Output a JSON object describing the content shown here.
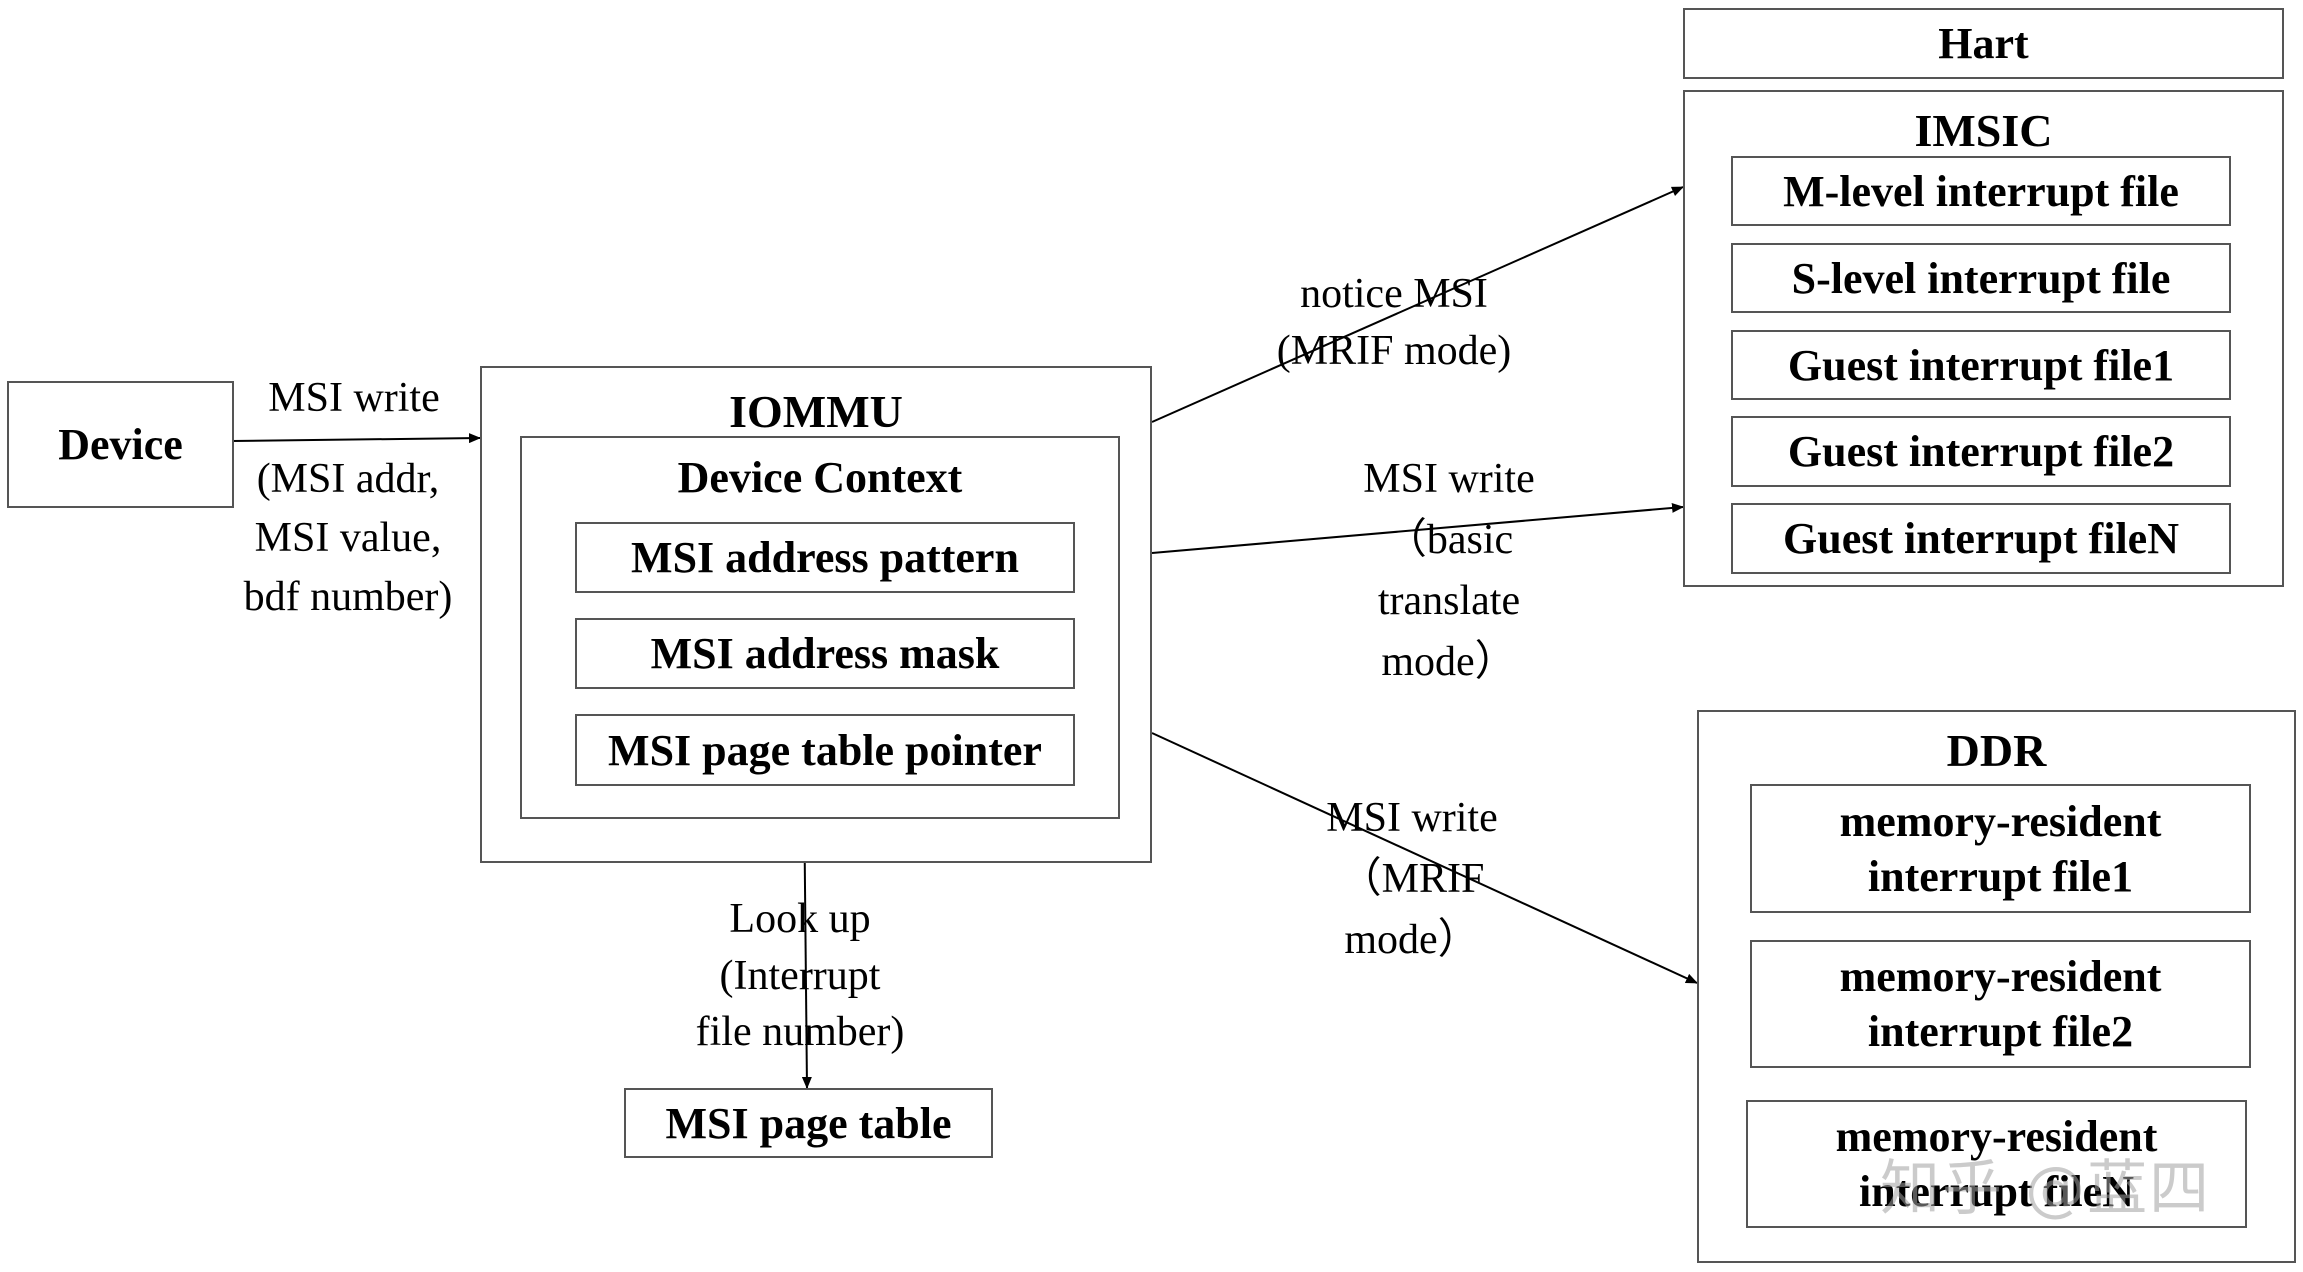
{
  "device": {
    "label": "Device"
  },
  "iommu": {
    "title": "IOMMU",
    "device_context": {
      "title": "Device Context",
      "fields": [
        "MSI address pattern",
        "MSI address mask",
        "MSI page table pointer"
      ]
    }
  },
  "msi_page_table": {
    "label": "MSI page table"
  },
  "hart": {
    "title": "Hart"
  },
  "imsic": {
    "title": "IMSIC",
    "files": [
      "M-level interrupt file",
      "S-level interrupt file",
      "Guest interrupt file1",
      "Guest interrupt file2",
      "Guest interrupt fileN"
    ]
  },
  "ddr": {
    "title": "DDR",
    "files": [
      "memory-resident\ninterrupt file1",
      "memory-resident\ninterrupt file2",
      "memory-resident\ninterrupt fileN"
    ]
  },
  "edges": {
    "device_to_iommu": {
      "top": "MSI write",
      "bottom": "(MSI addr,\nMSI value,\nbdf number)"
    },
    "iommu_to_imsic_mrif": "notice MSI\n(MRIF mode)",
    "iommu_to_imsic_basic": "MSI write\n（basic\ntranslate\nmode）",
    "iommu_to_ddr": "MSI write\n（MRIF\nmode）",
    "pointer_to_page_table": "Look up\n(Interrupt\nfile number)"
  },
  "watermark": "知乎 @蓝四"
}
